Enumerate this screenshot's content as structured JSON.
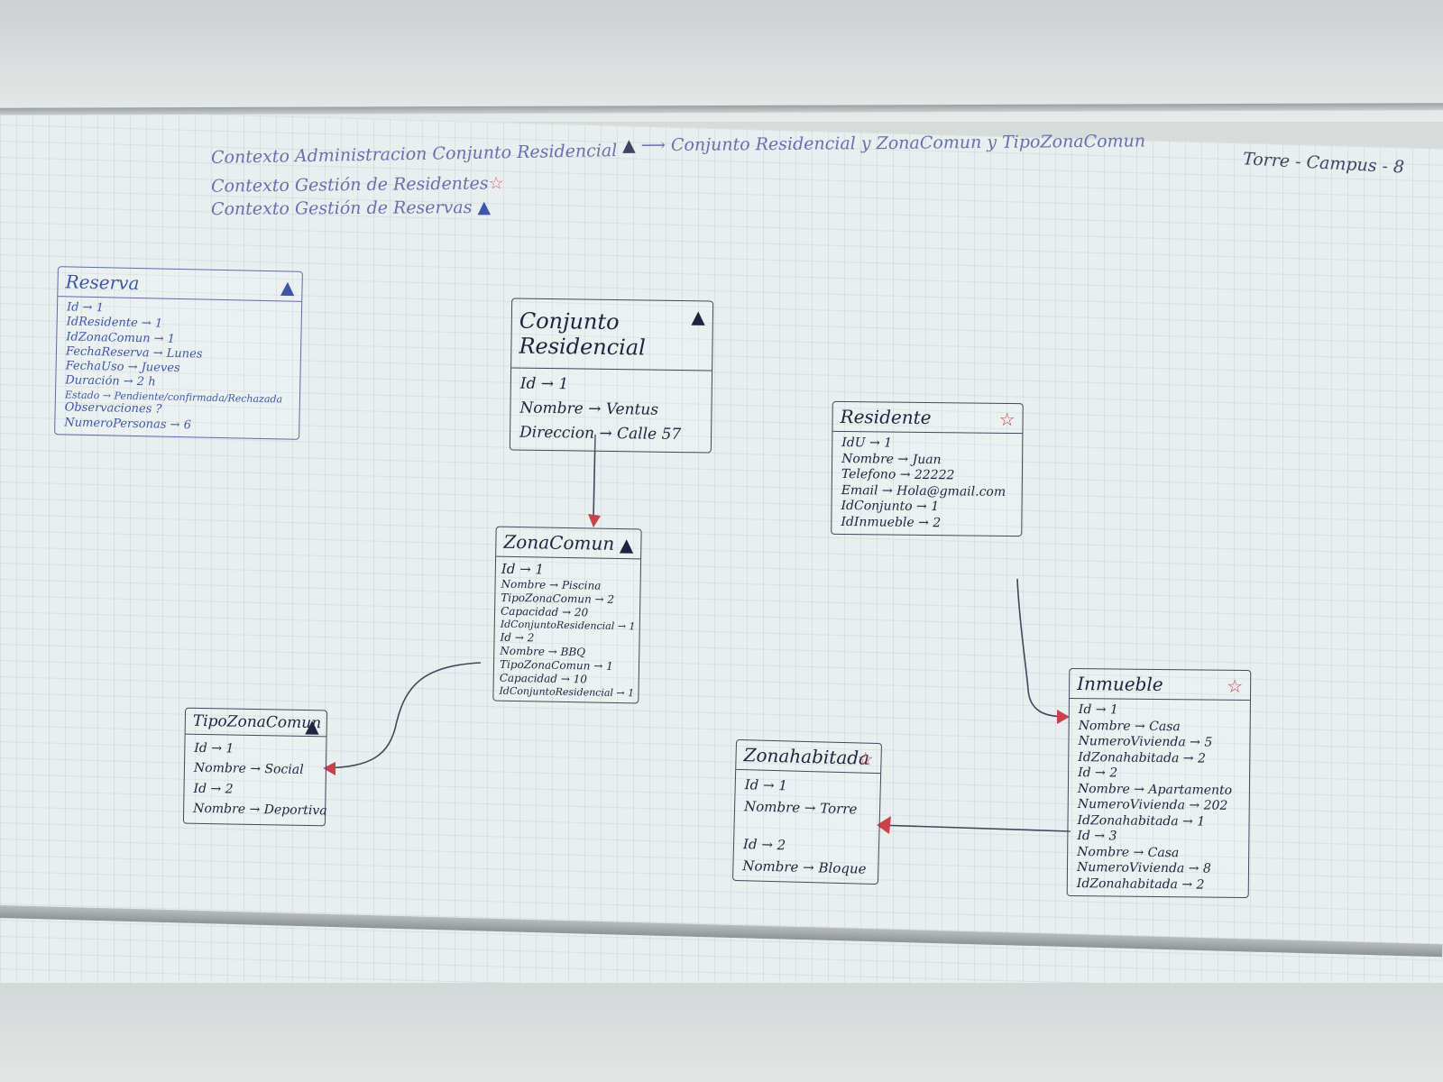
{
  "contexts": [
    {
      "text": "Contexto  Administracion  Conjunto Residencial",
      "color": "#6a6fb0"
    },
    {
      "text": "Contexto   Gestión  de  Residentes",
      "color": "#6a6fb0"
    },
    {
      "text": "Contexto   Gestión  de  Reservas",
      "color": "#6a6fb0"
    }
  ],
  "context_arrow_text": "Conjunto Residencial    y    ZonaComun    y    TipoZonaComun",
  "corner_label": "Torre - Campus - 8",
  "entities": {
    "reserva": {
      "title": "Reserva",
      "marker": "triangle-blue",
      "attributes": [
        "Id → 1",
        "IdResidente → 1",
        "IdZonaComun → 1",
        "FechaReserva → Lunes",
        "FechaUso → Jueves",
        "Duración → 2 h",
        "Estado → Pendiente/confirmada/Rechazada",
        "Observaciones ?",
        "NumeroPersonas → 6"
      ]
    },
    "conjunto": {
      "title": "Conjunto Residencial",
      "marker": "triangle-black",
      "attributes": [
        "Id → 1",
        "Nombre → Ventus",
        "Direccion → Calle 57"
      ]
    },
    "zona_comun": {
      "title": "ZonaComun",
      "marker": "triangle-black",
      "attributes": [
        "Id → 1",
        "Nombre → Piscina",
        "TipoZonaComun → 2",
        "Capacidad → 20",
        "IdConjuntoResidencial → 1",
        "Id → 2",
        "Nombre → BBQ",
        "TipoZonaComun → 1",
        "Capacidad → 10",
        "IdConjuntoResidencial → 1"
      ]
    },
    "tipo_zona_comun": {
      "title": "TipoZonaComun",
      "marker": "triangle-black",
      "attributes": [
        "Id → 1",
        "Nombre → Social",
        "Id → 2",
        "Nombre → Deportiva"
      ]
    },
    "residente": {
      "title": "Residente",
      "marker": "star-red",
      "attributes": [
        "IdU → 1",
        "Nombre → Juan",
        "Telefono → 22222",
        "Email → Hola@gmail.com",
        "IdConjunto → 1",
        "IdInmueble → 2"
      ]
    },
    "zona_habitada": {
      "title": "Zonahabitada",
      "marker": "star-red",
      "attributes": [
        "Id → 1",
        "Nombre → Torre",
        "Id → 2",
        "Nombre → Bloque"
      ]
    },
    "inmueble": {
      "title": "Inmueble",
      "marker": "star-red",
      "attributes": [
        "Id → 1",
        "Nombre → Casa",
        "NumeroVivienda → 5",
        "IdZonahabitada → 2",
        "Id → 2",
        "Nombre → Apartamento",
        "NumeroVivienda → 202",
        "IdZonahabitada → 1",
        "Id → 3",
        "Nombre → Casa",
        "NumeroVivienda → 8",
        "IdZonahabitada → 2"
      ]
    }
  },
  "colors": {
    "ink": "#1f2440",
    "blue_marker": "#3d57a8",
    "red_marker": "#c8414d",
    "board": "#e9eeee"
  }
}
